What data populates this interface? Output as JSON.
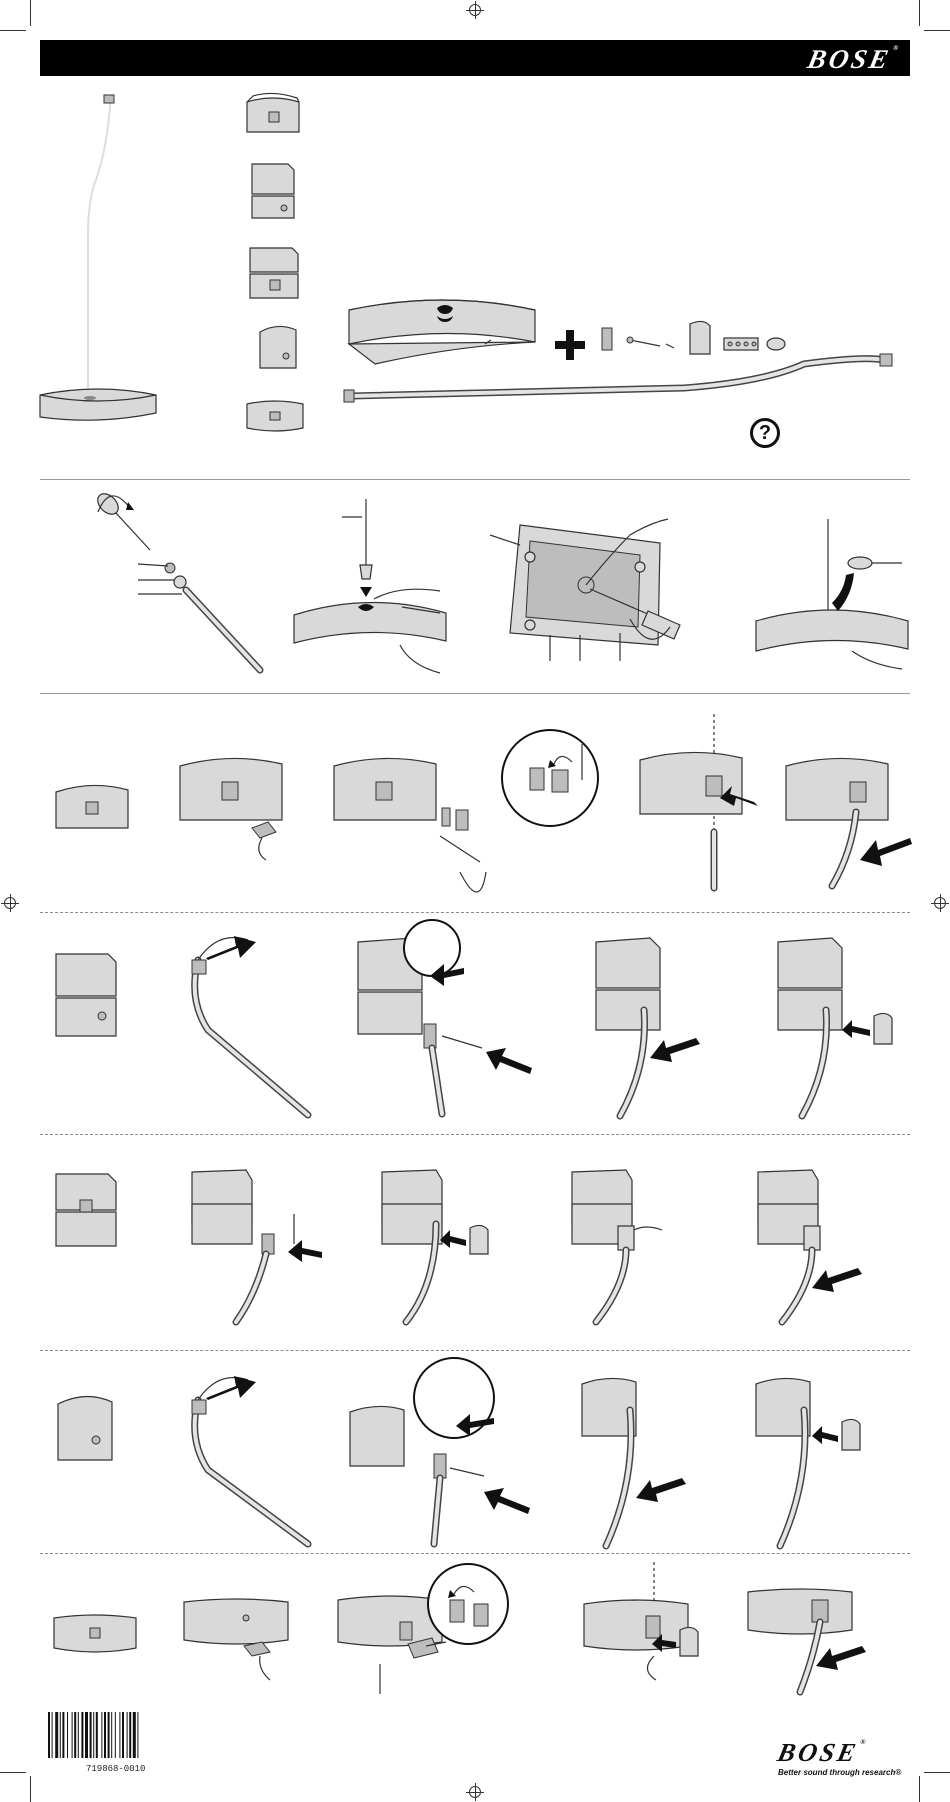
{
  "header": {
    "brand": "BOSE",
    "trademark": "®"
  },
  "parts": {
    "help_symbol": "?"
  },
  "footer": {
    "part_number": "719868-0010",
    "brand": "BOSE",
    "trademark": "®",
    "tagline": "Better sound through research",
    "tagline_mark": "®"
  }
}
